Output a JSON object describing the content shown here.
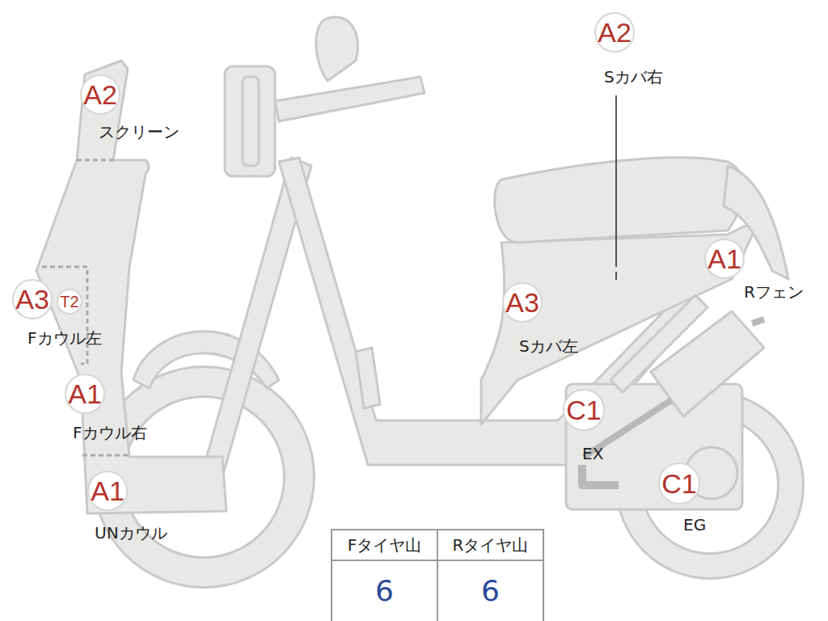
{
  "diagram": {
    "nodes": [
      {
        "text": [
          "A2",
          "スクリーン"
        ]
      },
      {
        "text": [
          "A2",
          "Sカバ右"
        ]
      },
      {
        "text": [
          "A3",
          "Fカウル左"
        ]
      },
      {
        "text": [
          "T2"
        ]
      },
      {
        "text": [
          "A1",
          "Fカウル右"
        ]
      },
      {
        "text": [
          "A1",
          "Rフェン"
        ]
      },
      {
        "text": [
          "A3",
          "Sカバ左"
        ]
      },
      {
        "text": [
          "C1",
          "EX"
        ]
      },
      {
        "text": [
          "C1",
          "EG"
        ]
      },
      {
        "text": [
          "A1",
          "UNカウル"
        ]
      }
    ],
    "edges": [],
    "labels": [
      "Fタイヤ山",
      "Rタイヤ山",
      "6",
      "6"
    ]
  }
}
